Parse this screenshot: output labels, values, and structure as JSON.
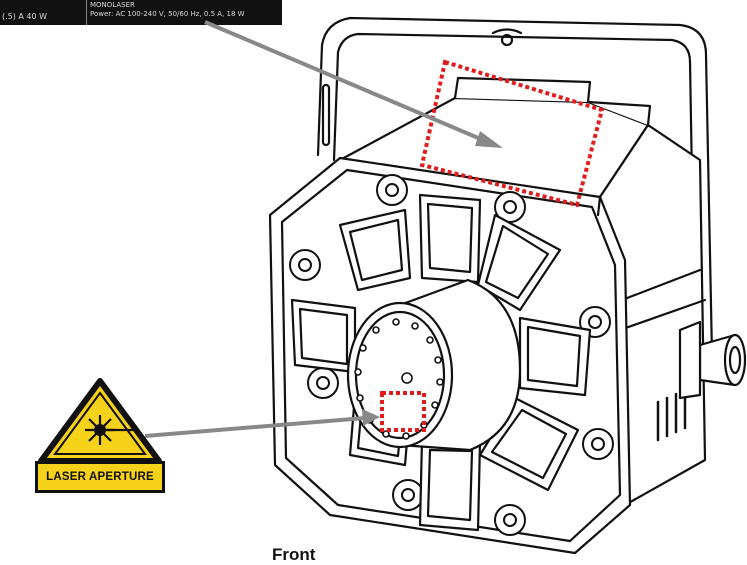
{
  "spec_label": {
    "left_text": "(.5) A 40 W",
    "right_line1": "MONOLASER",
    "right_line2": "Power: AC 100-240 V, 50/60 Hz, 0.5 A, 18 W"
  },
  "laser_label": {
    "text": "LASER APERTURE"
  },
  "caption": "Front",
  "colors": {
    "highlight": "#e01c1c",
    "arrow": "#888888",
    "warning_yellow": "#f7d21b",
    "outline": "#111111"
  }
}
